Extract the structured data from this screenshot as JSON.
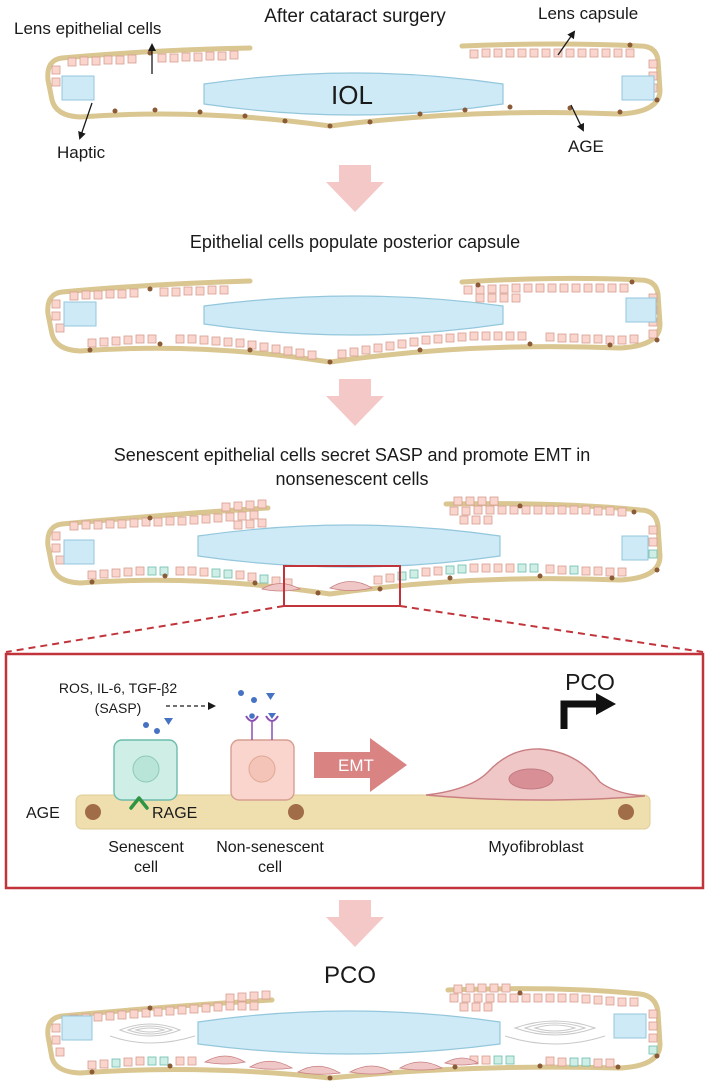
{
  "colors": {
    "capsule": "#d9c691",
    "capsule_edge": "#b7a263",
    "epithelial_cell": "#f9d5cd",
    "epithelial_cell_edge": "#d79e92",
    "iol_fill": "#cdeaf6",
    "iol_edge": "#94c7dc",
    "age_dot": "#8b5a36",
    "senescent_cell": "#cfeee6",
    "senescent_cell_edge": "#6dbcad",
    "myofibroblast": "#efc7c6",
    "myofibroblast_edge": "#c97f82",
    "flow_arrow": "#f4c8c7",
    "emt_arrow": "#d98383",
    "inset_border": "#c1343b",
    "rage_receptor": "#2f9443",
    "sasp_molecule": "#4672c4",
    "receptor_tip": "#8b4fb1"
  },
  "stage1": {
    "title": "After cataract surgery",
    "iol_label": "IOL",
    "lens_epithelial_cells": "Lens epithelial cells",
    "lens_capsule": "Lens capsule",
    "haptic": "Haptic",
    "age": "AGE"
  },
  "stage2": {
    "title": "Epithelial cells populate posterior capsule"
  },
  "stage3": {
    "title_line1": "Senescent epithelial cells secret SASP and promote EMT in",
    "title_line2": "nonsenescent cells"
  },
  "inset": {
    "sasp_line1": "ROS, IL-6, TGF-β2",
    "sasp_line2": "(SASP)",
    "emt": "EMT",
    "pco": "PCO",
    "age": "AGE",
    "rage": "RAGE",
    "senescent_line1": "Senescent",
    "senescent_line2": "cell",
    "non_senescent_line1": "Non-senescent",
    "non_senescent_line2": "cell",
    "myofibroblast": "Myofibroblast"
  },
  "stage4": {
    "title": "PCO"
  }
}
